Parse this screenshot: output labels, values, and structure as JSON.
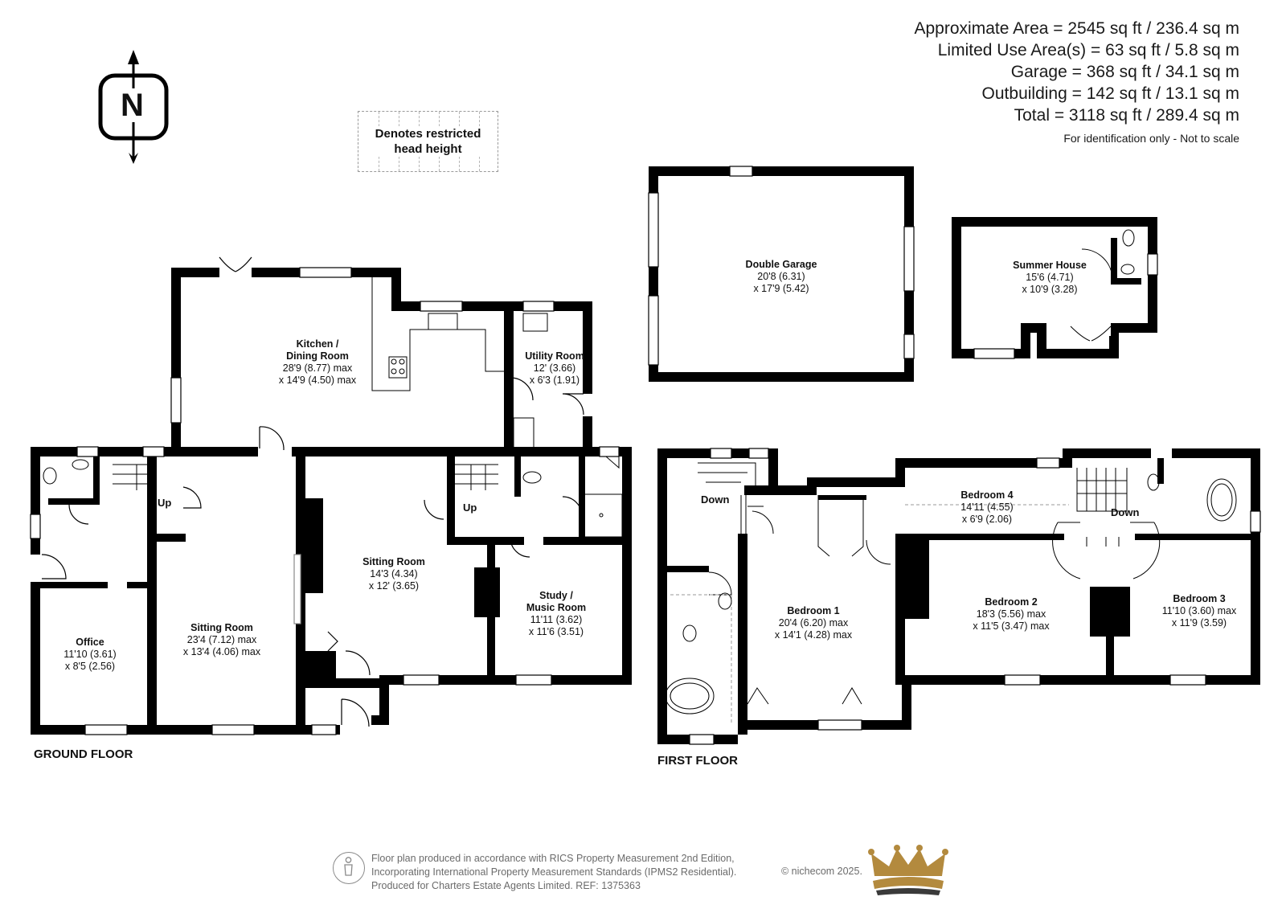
{
  "areas": {
    "approx_area": "Approximate Area = 2545 sq ft / 236.4 sq m",
    "limited_use": "Limited Use Area(s) = 63 sq ft / 5.8 sq m",
    "garage": "Garage = 368 sq ft / 34.1 sq m",
    "outbuilding": "Outbuilding = 142 sq ft / 13.1 sq m",
    "total": "Total = 3118 sq ft / 289.4 sq m",
    "note": "For identification only - Not to scale"
  },
  "compass": {
    "letter": "N"
  },
  "legend": {
    "line1": "Denotes restricted",
    "line2": "head height"
  },
  "floors": {
    "ground": "GROUND FLOOR",
    "first": "FIRST FLOOR"
  },
  "stairs": {
    "up1": "Up",
    "up2": "Up",
    "down1": "Down",
    "down2": "Down"
  },
  "rooms": {
    "kitchen": {
      "name1": "Kitchen /",
      "name2": "Dining Room",
      "dim1": "28'9 (8.77) max",
      "dim2": "x 14'9 (4.50) max"
    },
    "utility": {
      "name1": "Utility Room",
      "dim1": "12' (3.66)",
      "dim2": "x 6'3 (1.91)"
    },
    "office": {
      "name1": "Office",
      "dim1": "11'10 (3.61)",
      "dim2": "x 8'5 (2.56)"
    },
    "sitting_a": {
      "name1": "Sitting Room",
      "dim1": "23'4 (7.12) max",
      "dim2": "x 13'4 (4.06) max"
    },
    "sitting_b": {
      "name1": "Sitting Room",
      "dim1": "14'3 (4.34)",
      "dim2": "x 12' (3.65)"
    },
    "study": {
      "name1": "Study /",
      "name2": "Music Room",
      "dim1": "11'11 (3.62)",
      "dim2": "x 11'6 (3.51)"
    },
    "garage": {
      "name1": "Double Garage",
      "dim1": "20'8 (6.31)",
      "dim2": "x 17'9 (5.42)"
    },
    "summer": {
      "name1": "Summer House",
      "dim1": "15'6 (4.71)",
      "dim2": "x 10'9 (3.28)"
    },
    "bed1": {
      "name1": "Bedroom 1",
      "dim1": "20'4 (6.20) max",
      "dim2": "x 14'1 (4.28) max"
    },
    "bed2": {
      "name1": "Bedroom 2",
      "dim1": "18'3 (5.56) max",
      "dim2": "x 11'5 (3.47) max"
    },
    "bed3": {
      "name1": "Bedroom 3",
      "dim1": "11'10 (3.60) max",
      "dim2": "x 11'9 (3.59)"
    },
    "bed4": {
      "name1": "Bedroom 4",
      "dim1": "14'11 (4.55)",
      "dim2": "x 6'9 (2.06)"
    }
  },
  "footer": {
    "line1": "Floor plan produced in accordance with RICS Property Measurement 2nd Edition,",
    "line2": "Incorporating International Property Measurement Standards (IPMS2 Residential).",
    "line3": "Produced for Charters Estate Agents Limited.   REF: 1375363",
    "copyright": "© nichecom 2025."
  },
  "colors": {
    "wall": "#000000",
    "crown_gold": "#b38a3e",
    "crown_dark": "#3a3a3a",
    "footer_text": "#6b6b6b"
  }
}
